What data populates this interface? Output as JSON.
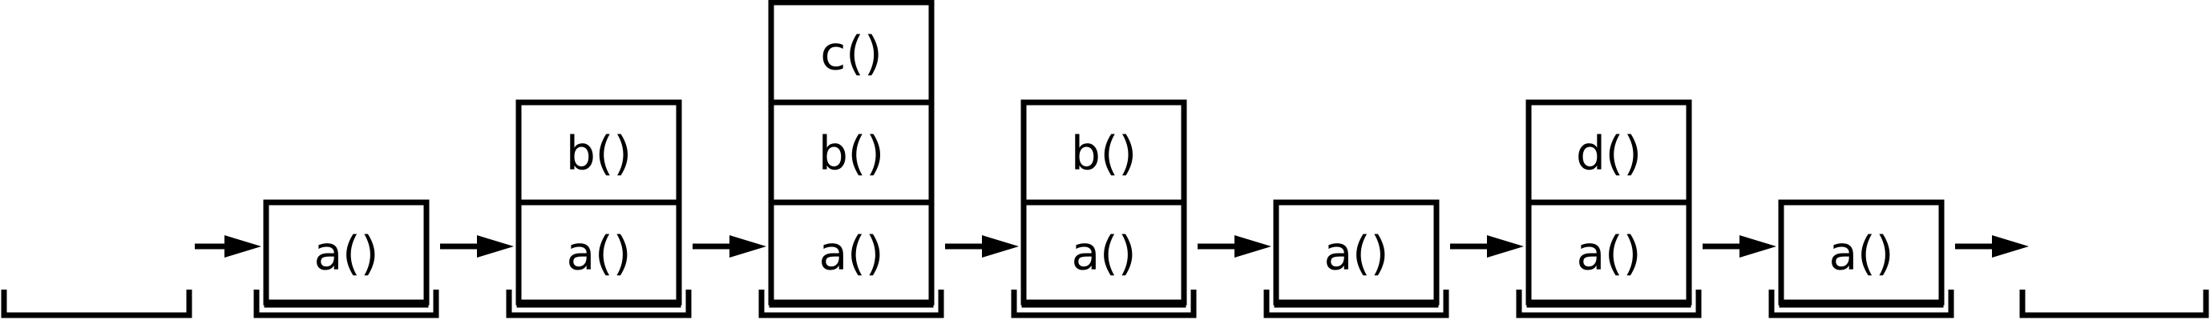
{
  "diagram": {
    "stroke_color": "#000000",
    "background_color": "#ffffff",
    "stacks": [
      {
        "frames": []
      },
      {
        "frames": [
          "a()"
        ]
      },
      {
        "frames": [
          "a()",
          "b()"
        ]
      },
      {
        "frames": [
          "a()",
          "b()",
          "c()"
        ]
      },
      {
        "frames": [
          "a()",
          "b()"
        ]
      },
      {
        "frames": [
          "a()"
        ]
      },
      {
        "frames": [
          "a()",
          "d()"
        ]
      },
      {
        "frames": [
          "a()"
        ]
      },
      {
        "frames": []
      }
    ]
  }
}
